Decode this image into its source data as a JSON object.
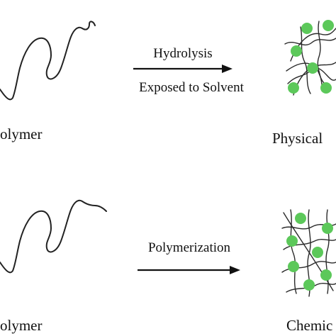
{
  "top_row": {
    "process_label_1": "Hydrolysis",
    "process_label_2": "Exposed to Solvent",
    "left_label": "olymer",
    "right_label": "Physical"
  },
  "bottom_row": {
    "process_label": "Polymerization",
    "left_label": "olymer",
    "right_label": "Chemic"
  },
  "colors": {
    "line": "#222222",
    "particle": "#5cc85a"
  }
}
